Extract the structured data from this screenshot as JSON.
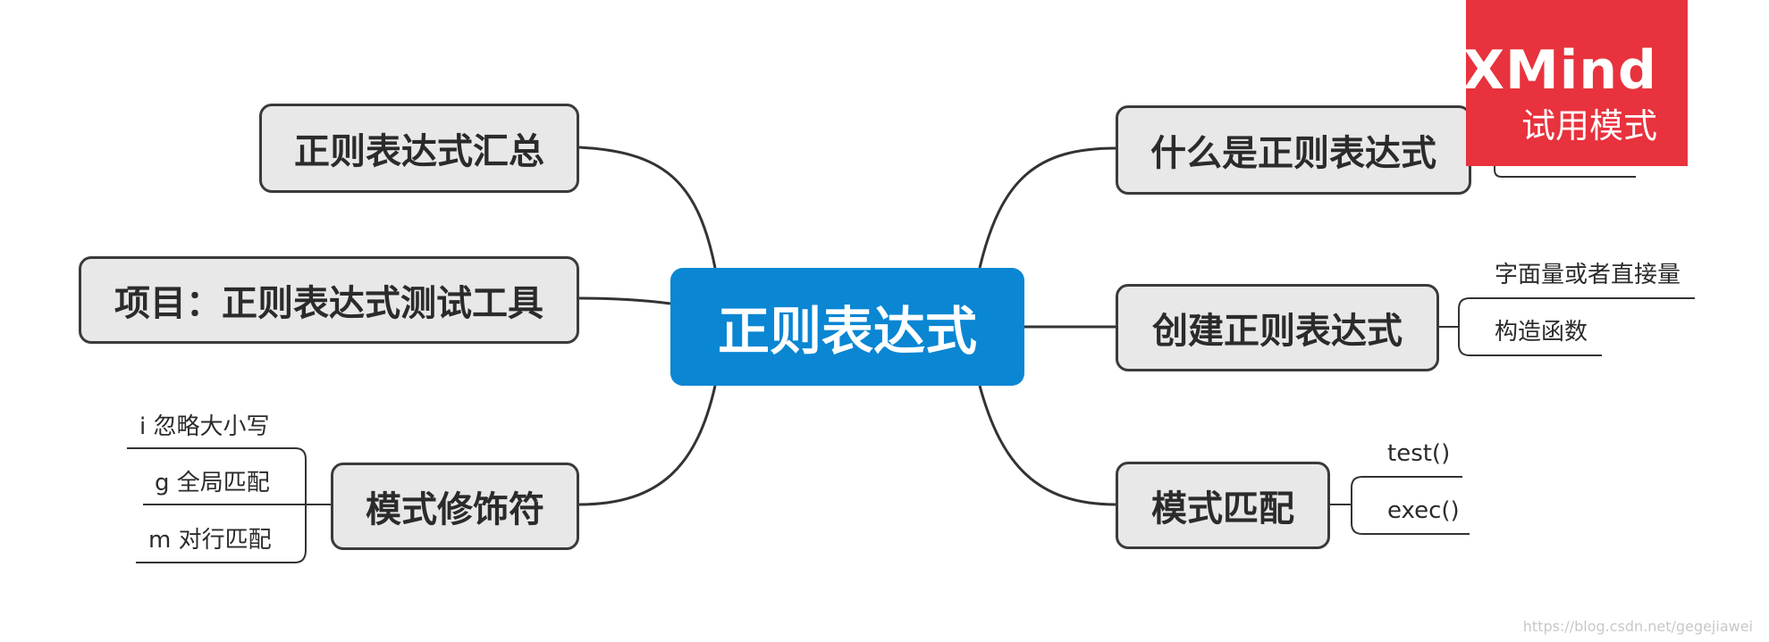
{
  "central": {
    "label": "正则表达式",
    "color": "#0a86d3"
  },
  "branches": {
    "left_summary": "正则表达式汇总",
    "left_project": "项目：正则表达式测试工具",
    "left_modifiers": "模式修饰符",
    "right_what": "什么是正则表达式",
    "right_create": "创建正则表达式",
    "right_match": "模式匹配"
  },
  "leaves": {
    "modifiers": [
      "i 忽略大小写",
      "g 全局匹配",
      "m 对行匹配"
    ],
    "create": [
      "字面量或者直接量",
      "构造函数"
    ],
    "match": [
      "test()",
      "exec()"
    ]
  },
  "badge": {
    "logo": "XMind",
    "mode": "试用模式",
    "color": "#e8323d"
  },
  "watermark": "https://blog.csdn.net/gegejiawei"
}
